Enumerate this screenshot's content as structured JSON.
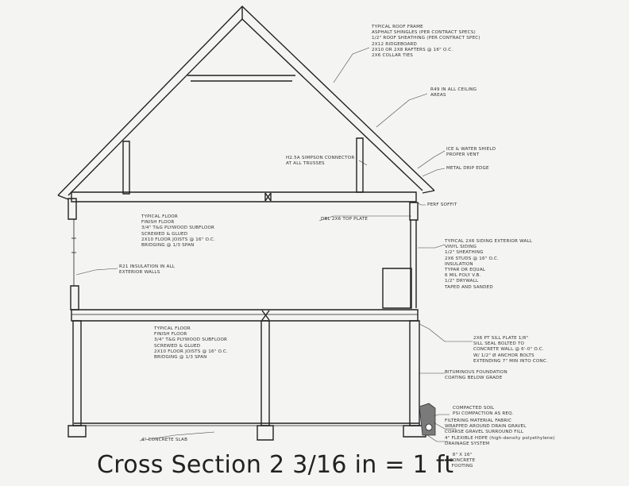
{
  "caption": "Cross Section 2 3/16 in = 1 ft",
  "notes": {
    "roof_frame": [
      "TYPICAL ROOF FRAME",
      "ASPHALT SHINGLES (PER CONTRACT SPECS)",
      "1/2\" ROOF SHEATHING (PER CONTRACT SPEC)",
      "2X12 RIDGEBOARD",
      "2X10 OR 2X8 RAFTERS @ 16\" O.C.",
      "2x6 COLLAR TIES"
    ],
    "ceiling_insulation": [
      "R49 IN ALL CEILING",
      "AREAS"
    ],
    "connector": [
      "H2.5A SIMPSON CONNECTOR",
      "AT ALL TRUSSES"
    ],
    "ice_shield": [
      "ICE & WATER SHIELD",
      "PROPER VENT"
    ],
    "drip_edge": [
      "METAL DRIP EDGE"
    ],
    "soffit": [
      "PERF SOFFIT"
    ],
    "top_plate": [
      "DBL 2X6 TOP PLATE"
    ],
    "upper_floor": [
      "TYPICAL FLOOR",
      "FINISH FLOOR",
      "3/4\" T&G PLYWOOD SUBFLOOR",
      "SCREWED & GLUED",
      "2X10 FLOOR JOISTS @ 16\" O.C.",
      "BRIDGING @ 1/3 SPAN"
    ],
    "wall_insulation": [
      "R21 INSULATION IN ALL",
      "EXTERIOR WALLS"
    ],
    "exterior_wall": [
      "TYPICAL 2X6 SIDING EXTERIOR WALL",
      "VINYL SIDING",
      "1/2\" SHEATHING",
      "2X6 STUDS @ 16\" O.C.",
      "INSULATION",
      "TYPAR OR EQUAL",
      "6 MIL POLY V.B.",
      "1/2\" DRYWALL",
      "TAPED AND SANDED"
    ],
    "lower_floor": [
      "TYPICAL FLOOR",
      "FINISH FLOOR",
      "3/4\" T&G PLYWOOD SUBFLOOR",
      "SCREWED & GLUED",
      "2X10 FLOOR JOISTS @ 16\" O.C.",
      "BRIDGING @ 1/3 SPAN"
    ],
    "sill_plate": [
      "2X6 PT SILL PLATE 1/8\"",
      "SILL SEAL BOLTED TO",
      "CONCRETE WALL @ 6'-0\" O.C.",
      "W/ 1/2\" Ø ANCHOR BOLTS",
      "EXTENDING 7\" MIN INTO CONC."
    ],
    "foundation_coating": [
      "BITUMINOUS FOUNDATION",
      "COATING BELOW GRADE"
    ],
    "compacted_soil": [
      "COMPACTED SOIL",
      "PSI COMPACTION AS REQ."
    ],
    "drain": [
      "FILTERING MATERIAL FABRIC",
      "WRAPPED AROUND DRAIN GRAVEL",
      "COARSE GRAVEL SURROUND FILL",
      "4\" FLEXIBLE HDPE (high-density polyethylene)",
      "DRAINAGE SYSTEM"
    ],
    "footing": [
      "8\" X 16\"",
      "CONCRETE",
      "FOOTING"
    ],
    "slab": [
      "4\" CONCRETE SLAB"
    ]
  }
}
